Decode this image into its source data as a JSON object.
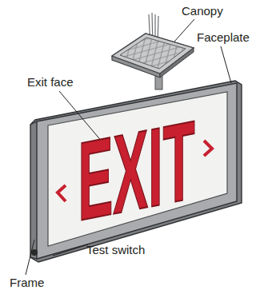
{
  "diagram": {
    "labels": [
      "Canopy",
      "Exit face",
      "Faceplate",
      "EXIT",
      "Test switch",
      "Frame"
    ]
  }
}
